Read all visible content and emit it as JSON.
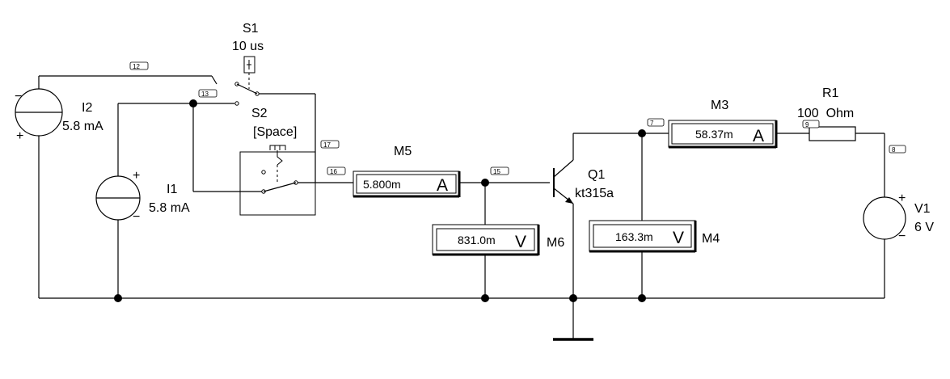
{
  "switch_s1": {
    "name": "S1",
    "time": "10 us"
  },
  "switch_s2": {
    "name": "S2",
    "key": "[Space]"
  },
  "source_i2": {
    "name": "I2",
    "value": "5.8 mA"
  },
  "source_i1": {
    "name": "I1",
    "value": "5.8 mA"
  },
  "meter_m5": {
    "name": "M5",
    "reading": "5.800m",
    "unit": "A"
  },
  "meter_m6": {
    "name": "M6",
    "reading": "831.0m",
    "unit": "V"
  },
  "meter_m3": {
    "name": "M3",
    "reading": "58.37m",
    "unit": "A"
  },
  "meter_m4": {
    "name": "M4",
    "reading": "163.3m",
    "unit": "V"
  },
  "transistor_q1": {
    "name": "Q1",
    "model": "kt315a"
  },
  "resistor_r1": {
    "name": "R1",
    "value": "100  Ohm"
  },
  "source_v1": {
    "name": "V1",
    "value": "6 V"
  },
  "nodes": {
    "n12": "12",
    "n13": "13",
    "n17": "17",
    "n16": "16",
    "n15": "15",
    "n7": "7",
    "n9": "9",
    "n8": "8"
  },
  "symbols": {
    "plus": "+",
    "minus": "−"
  }
}
